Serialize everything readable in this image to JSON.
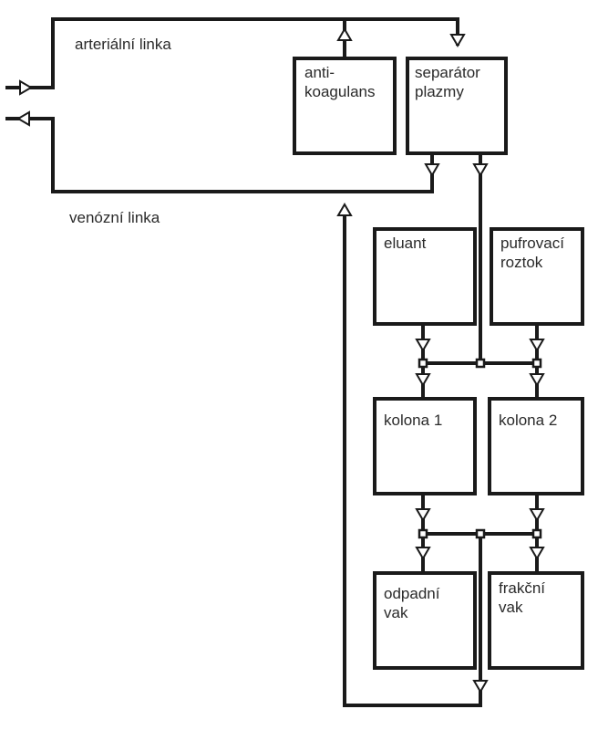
{
  "labels": {
    "arterial_line": "arteriální linka",
    "venous_line": "venózní linka"
  },
  "boxes": {
    "anticoagulant": [
      "anti-",
      "koagulans"
    ],
    "plasma_separator": [
      "separátor",
      "plazmy"
    ],
    "eluent": [
      "eluant"
    ],
    "buffer_solution": [
      "pufrovací",
      "roztok"
    ],
    "column_1": [
      "kolona 1"
    ],
    "column_2": [
      "kolona 2"
    ],
    "waste_bag": [
      "odpadní",
      "vak"
    ],
    "fraction_bag": [
      "frakční",
      "vak"
    ]
  }
}
